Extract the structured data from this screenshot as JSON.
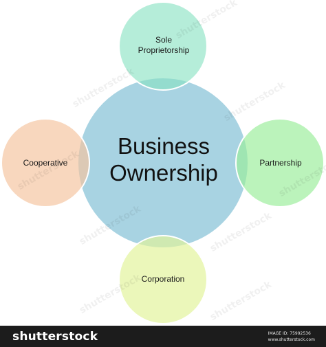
{
  "diagram": {
    "center": {
      "title_line1": "Business",
      "title_line2": "Ownership",
      "color": "#a8d3e2"
    },
    "nodes": [
      {
        "id": "sole",
        "label_line1": "Sole",
        "label_line2": "Proprietorship",
        "color": "#88e2c2"
      },
      {
        "id": "cooperative",
        "label": "Cooperative",
        "color": "#f5c49f"
      },
      {
        "id": "partnership",
        "label": "Partnership",
        "color": "#9bed9b"
      },
      {
        "id": "corporation",
        "label": "Corporation",
        "color": "#e2f39a"
      }
    ]
  },
  "watermark": {
    "text": "shutterstock"
  },
  "footer": {
    "brand": "shutterstock",
    "image_id_line1": "IMAGE ID: 75992536",
    "image_id_line2": "www.shutterstock.com"
  }
}
